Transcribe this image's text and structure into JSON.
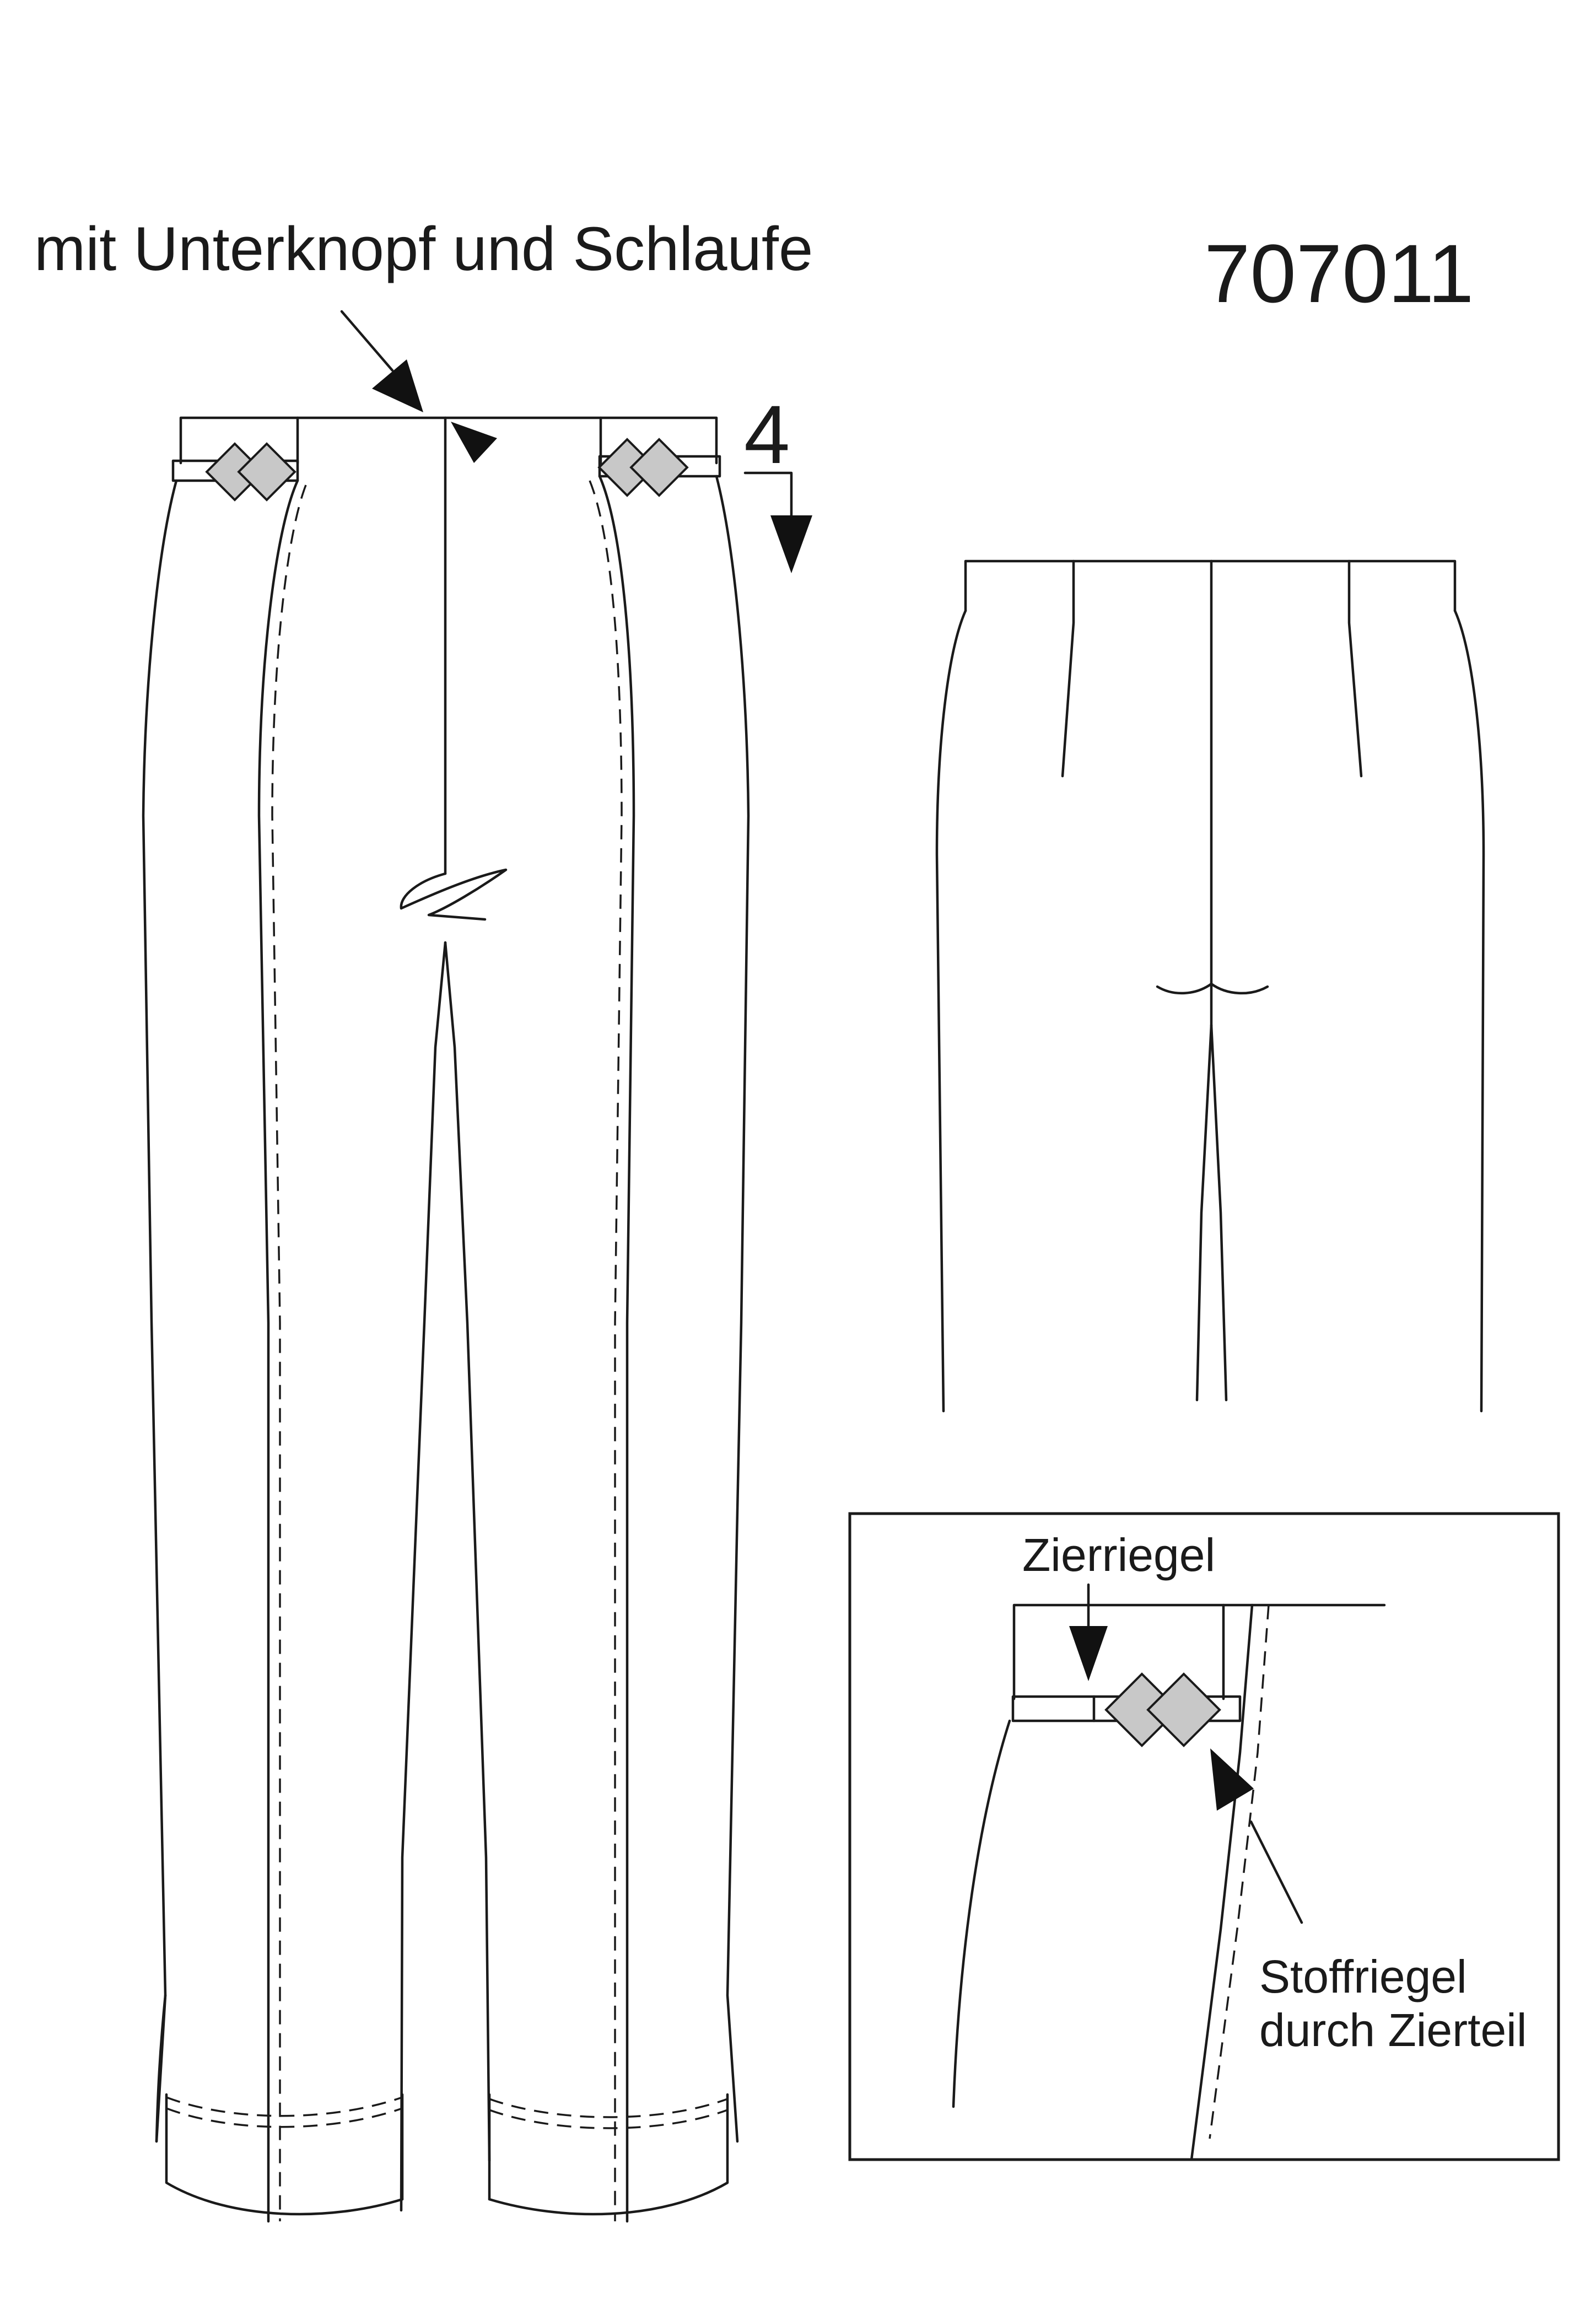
{
  "labels": {
    "main_note": "mit Unterknopf und Schlaufe",
    "model_number": "707011",
    "arrow_number": "4",
    "detail_top": "Zierriegel",
    "detail_bottom_line1": "Stoffriegel",
    "detail_bottom_line2": "durch Zierteil"
  }
}
